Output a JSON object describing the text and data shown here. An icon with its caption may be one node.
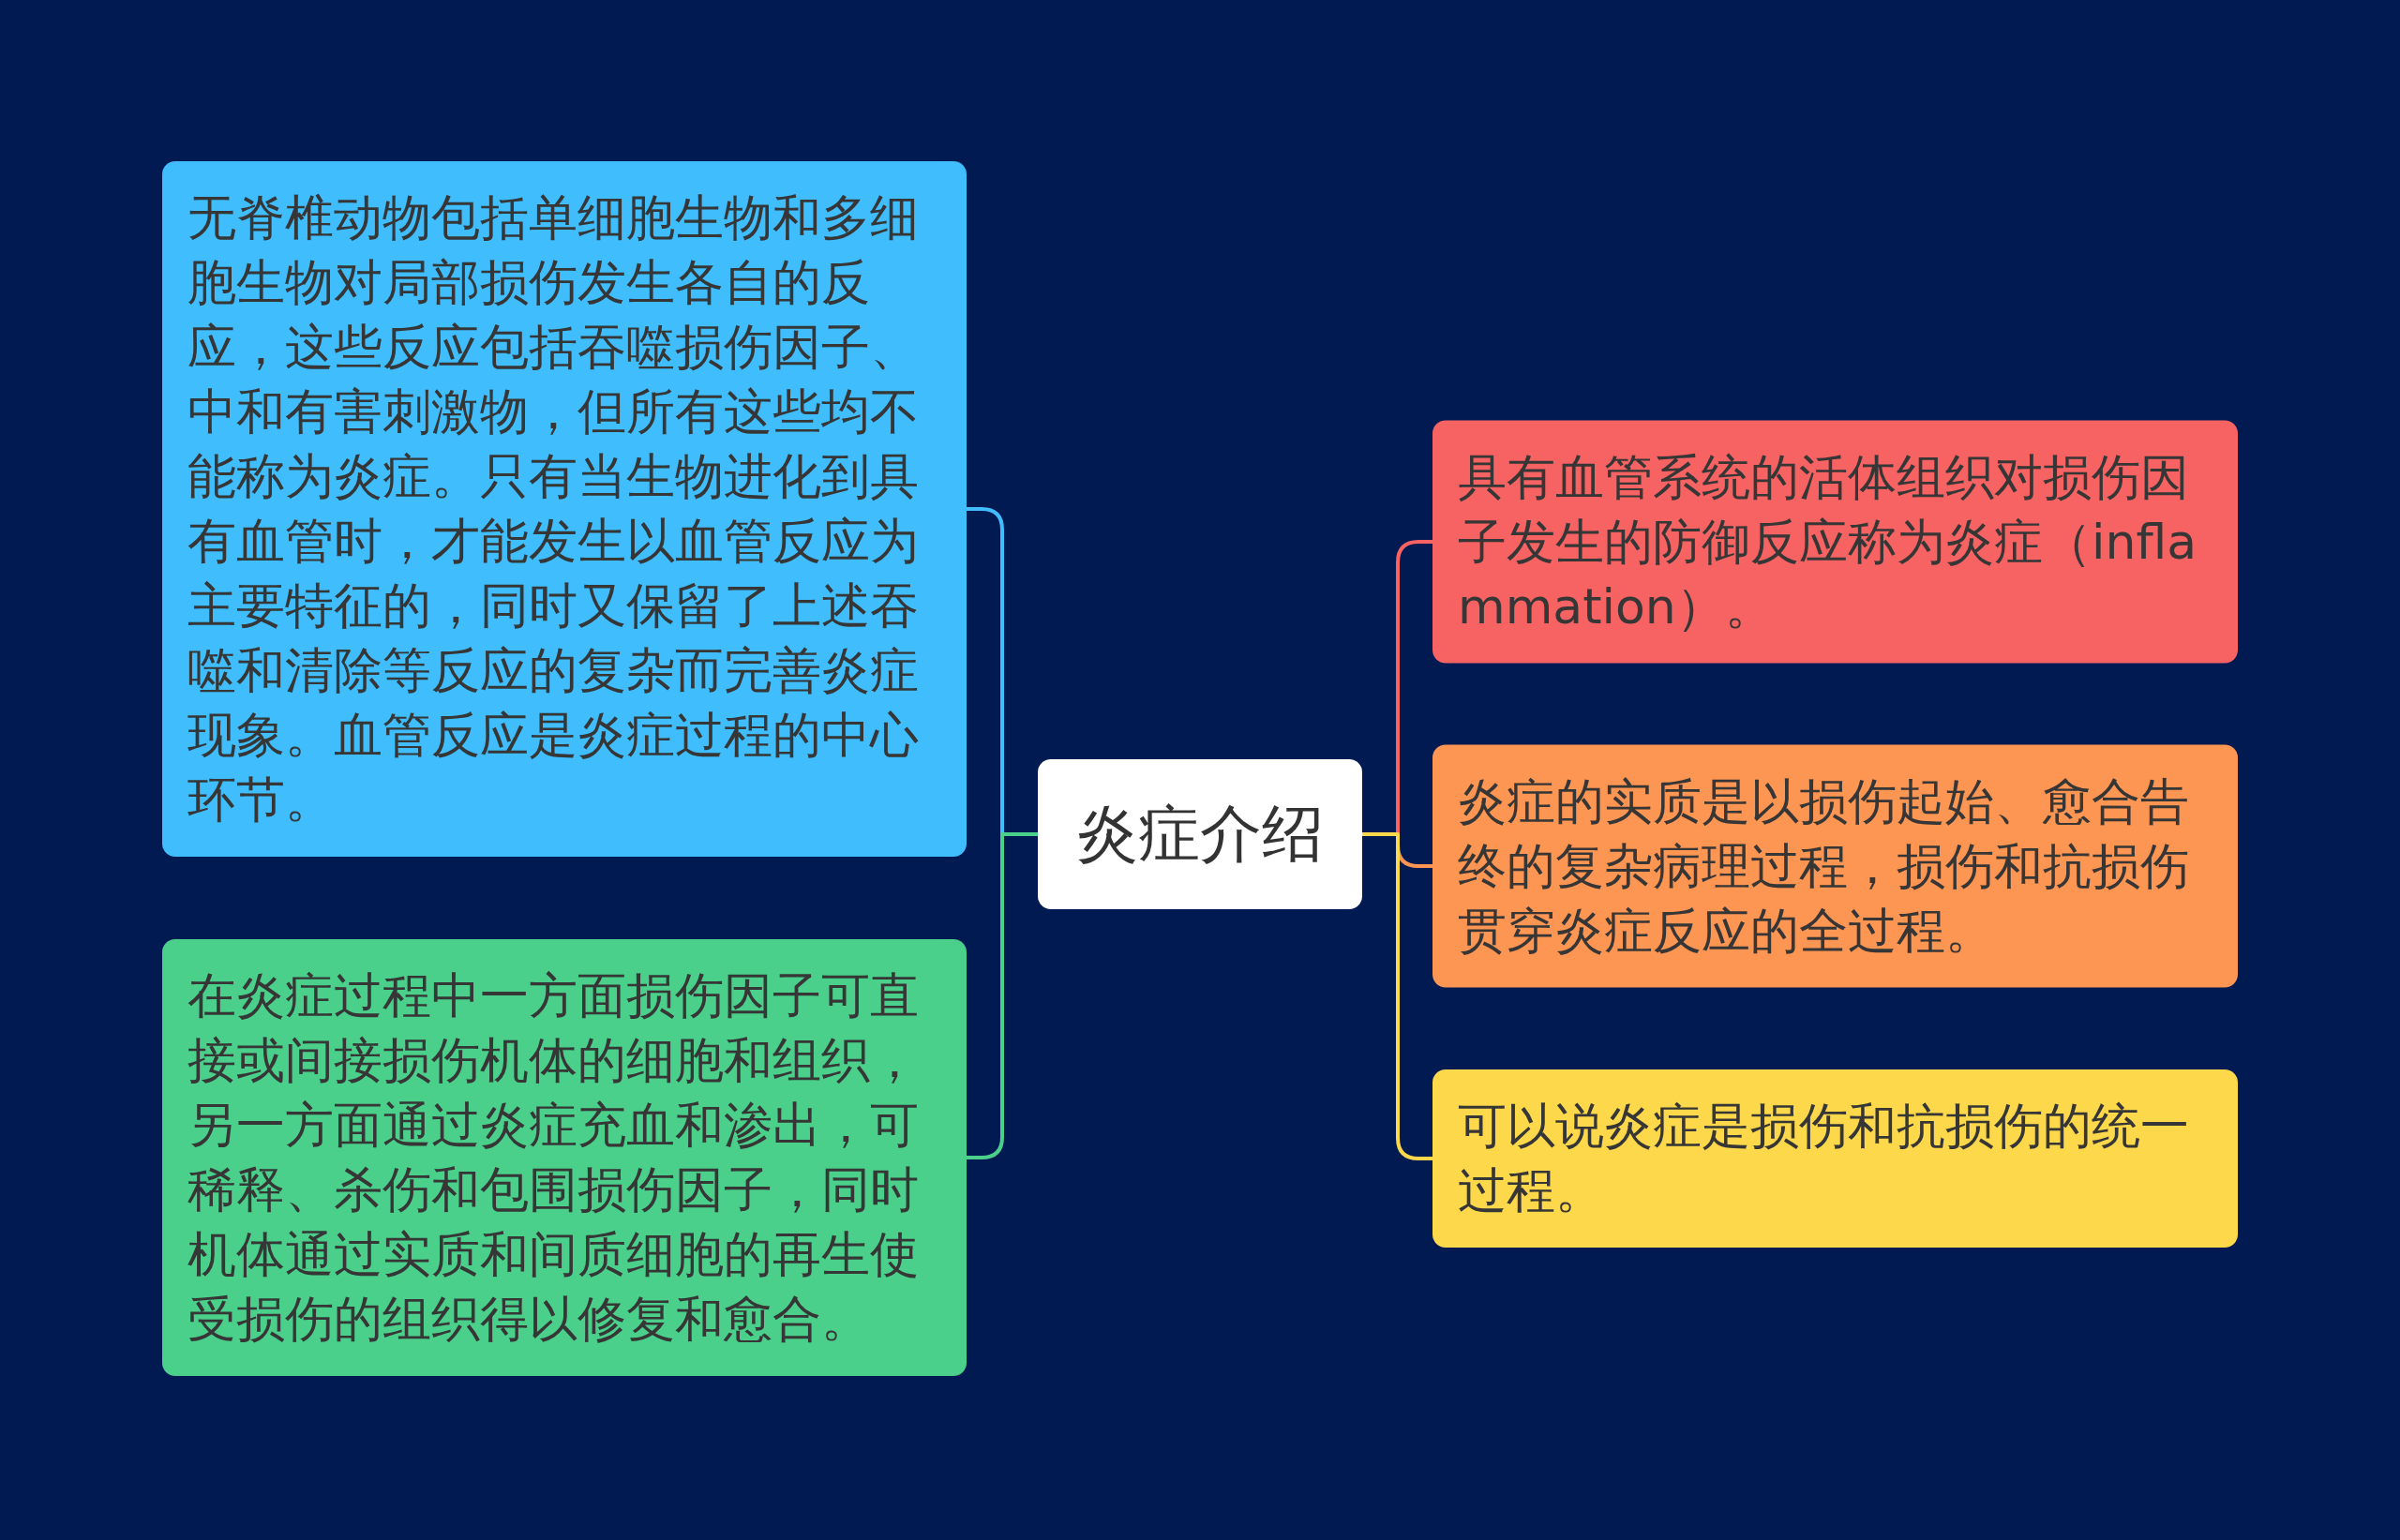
{
  "diagram": {
    "nodes": [
      {
        "text": [
          "炎症介绍"
        ]
      },
      {
        "text": [
          "无脊椎动物包括单细胞生物和多细胞生物对局部损伤发生各自的反应，这些反应包括吞噬损伤因子、中和有害刺激物，但所有这些均不能称为炎症。只有当生物进化到具有血管时，才能发生以血管反应为主要特征的，同时又保留了上述吞噬和清除等反应的复杂而完善炎症现象。血管反应是炎症过程的中心环节。"
        ]
      },
      {
        "text": [
          "在炎症过程中一方面损伤因子可直接或间接损伤机体的细胞和组织，另一方面通过炎症充血和渗出，可稀释、杀伤和包围损伤因子，同时机体通过实质和间质细胞的再生使受损伤的组织得以修复和愈合。"
        ]
      },
      {
        "text": [
          "具有血管系统的活体组织对损伤因子发生的防御反应称为炎症（inflammation）。"
        ]
      },
      {
        "text": [
          "炎症的实质是以损伤起始、愈合告终的复杂病理过程，损伤和抗损伤贯穿炎症反应的全过程。"
        ]
      },
      {
        "text": [
          "可以说炎症是损伤和抗损伤的统一过程。"
        ]
      }
    ],
    "edges": [
      {
        "from": 0,
        "to": 1,
        "arrow": "none",
        "color": "#40bdfd"
      },
      {
        "from": 0,
        "to": 2,
        "arrow": "none",
        "color": "#4bd08b"
      },
      {
        "from": 0,
        "to": 3,
        "arrow": "none",
        "color": "#f76262"
      },
      {
        "from": 0,
        "to": 4,
        "arrow": "none",
        "color": "#fd9553"
      },
      {
        "from": 0,
        "to": 5,
        "arrow": "none",
        "color": "#fdd84b"
      }
    ]
  }
}
